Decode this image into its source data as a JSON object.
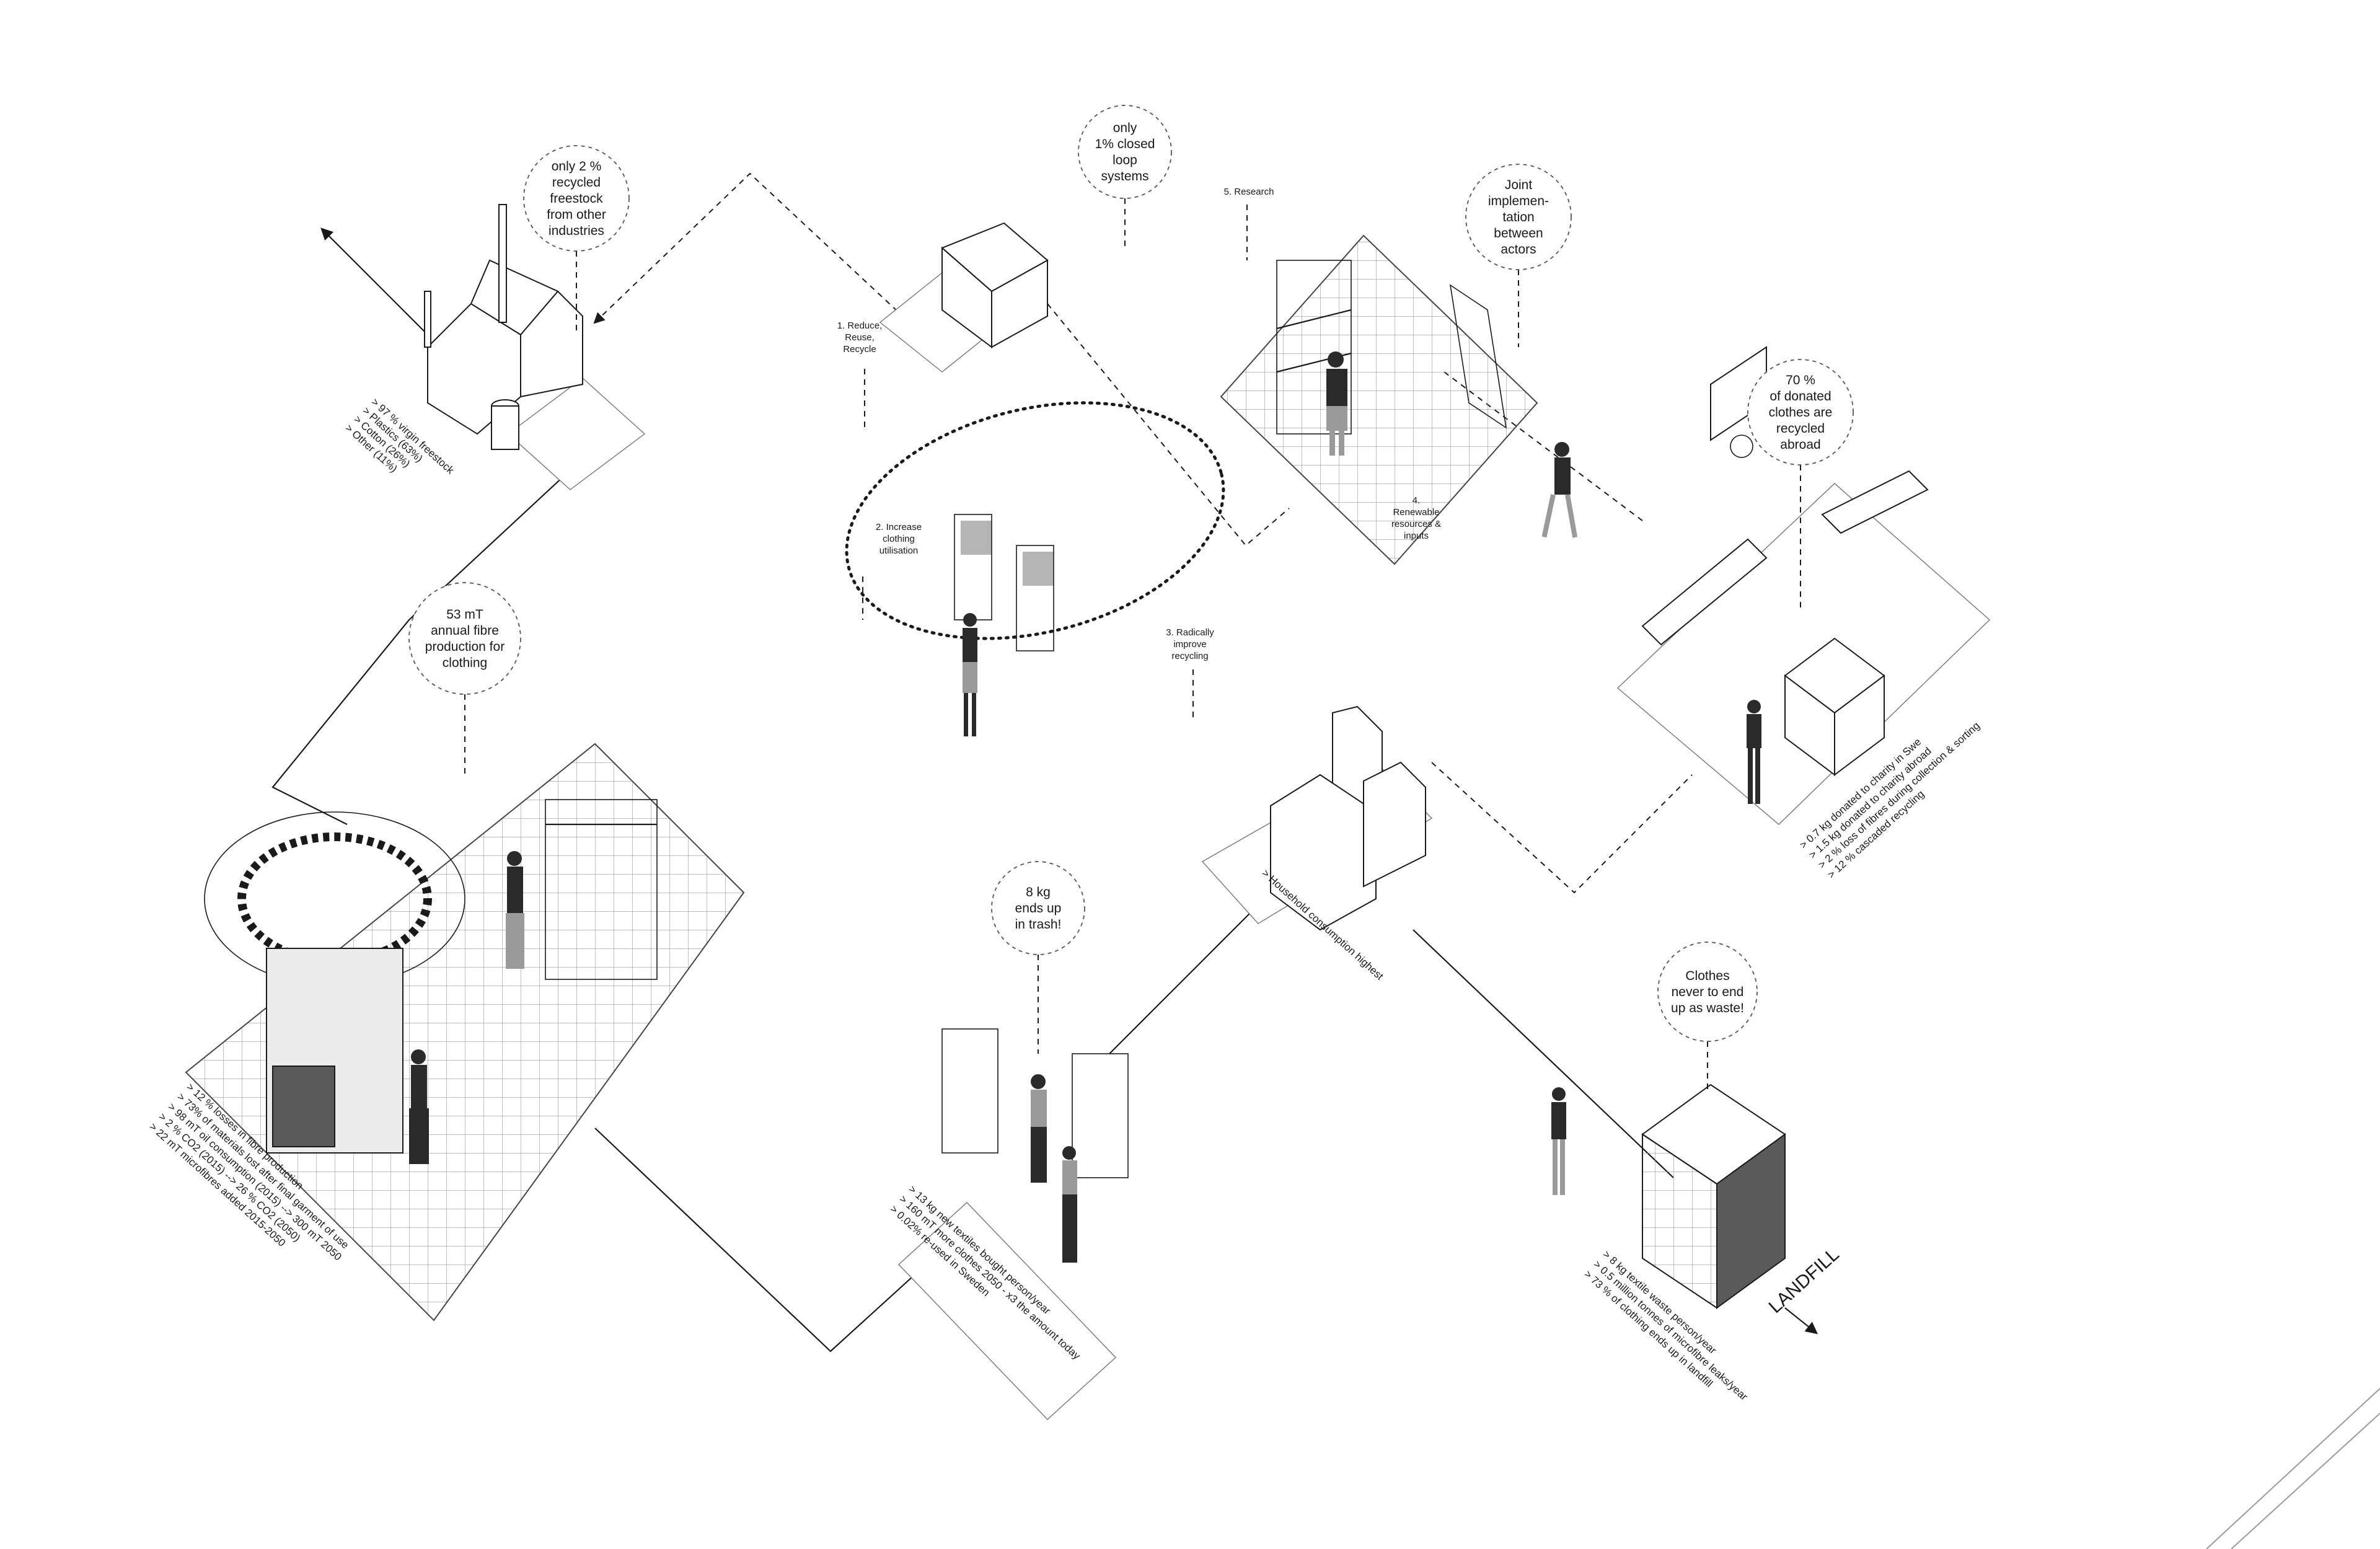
{
  "bubbles": {
    "recycled_freestock": [
      "only 2 %",
      "recycled",
      "freestock",
      "from other",
      "industries"
    ],
    "closed_loop": [
      "only",
      "1% closed",
      "loop",
      "systems"
    ],
    "joint_implementation": [
      "Joint",
      "implemen-",
      "tation",
      "between",
      "actors"
    ],
    "donated_recycled_abroad": [
      "70 %",
      "of donated",
      "clothes are",
      "recycled",
      "abroad"
    ],
    "fibre_production": [
      "53 mT",
      "annual fibre",
      "production for",
      "clothing"
    ],
    "ends_in_trash": [
      "8 kg",
      "ends up",
      "in trash!"
    ],
    "never_waste": [
      "Clothes",
      "never to end",
      "up as waste!"
    ]
  },
  "loop_steps": {
    "reduce": [
      "1. Reduce,",
      "Reuse,",
      "Recycle"
    ],
    "utilisation": [
      "2. Increase",
      "clothing",
      "utilisation"
    ],
    "recycling": [
      "3. Radically",
      "improve",
      "recycling"
    ],
    "renewable": [
      "4.",
      "Renewable",
      "resources &",
      "inputs"
    ],
    "research": [
      "5. Research"
    ]
  },
  "stats": {
    "factory": [
      "> 97 % virgin freestock",
      "> Plastics (63%)",
      "> Cotton (26%)",
      "> Other (11%)"
    ],
    "fibre": [
      "> 12 % losses in fibre production",
      "> 73% of materials lost after final garment of use",
      "> 98 mT oil consumption (2015) --> 300 mT 2050",
      "> 2 % CO2 (2015) --> 26 % CO2 (2050)",
      "> 22 mT microfibres added 2015-2050"
    ],
    "retail": [
      "> 13 kg new textiles bought person/year",
      "> 160 mT more clothes 2050 - x3 the amount today",
      "> 0.02% re-used in Sweden"
    ],
    "household": [
      "> Household consumption highest"
    ],
    "donation": [
      "> 0.7 kg donated to charity in Swe",
      "> 1.5 kg donated to charity abroad",
      "> 2 % loss of fibres during collection & sorting",
      "> 12 % cascaded recycling"
    ],
    "landfill": [
      "> 8 kg textile waste person/year",
      "> 0.5 million tonnes of microfibre leaks/year",
      "> 73 % of clothing ends up in landfill"
    ]
  },
  "landfill_label": "LANDFILL"
}
